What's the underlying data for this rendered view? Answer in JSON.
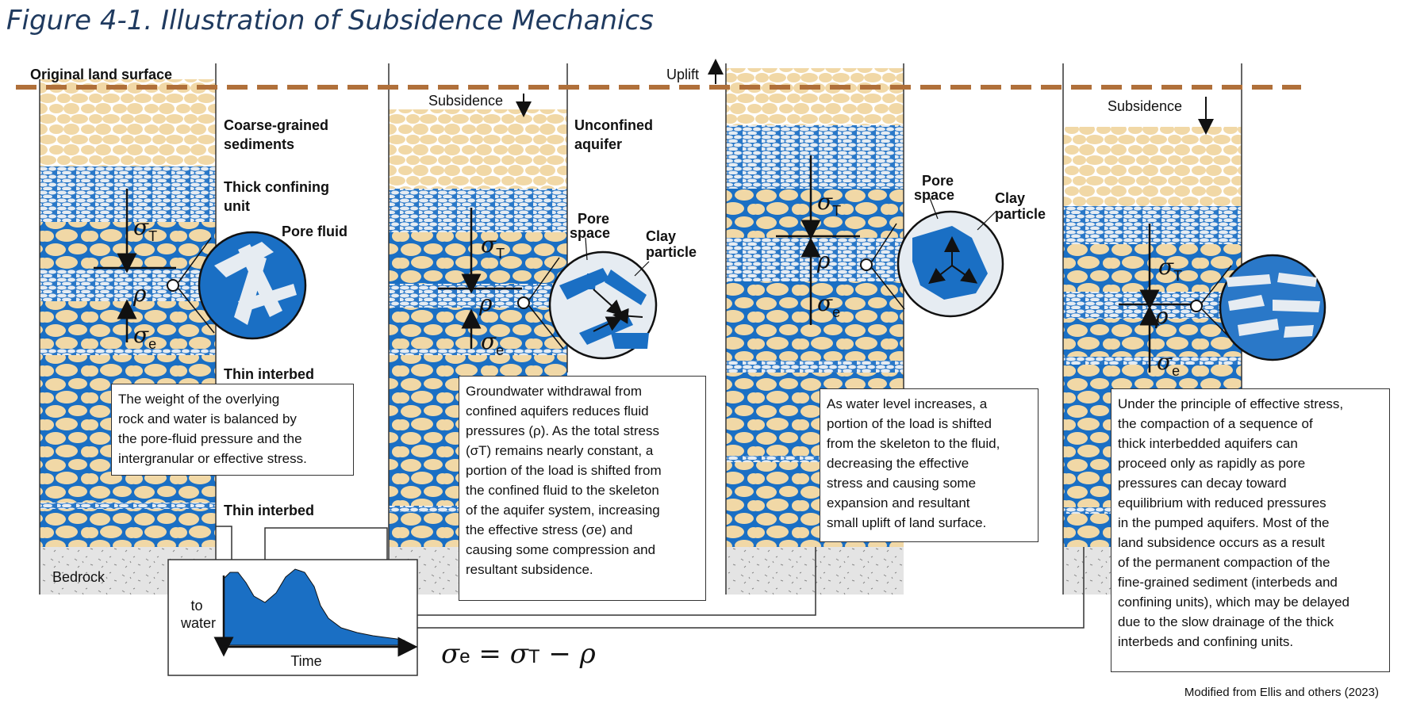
{
  "title": "Figure 4-1. Illustration of Subsidence Mechanics",
  "labels": {
    "original_land_surface": "Original land surface",
    "coarse_grained": [
      "Coarse-grained",
      "sediments"
    ],
    "thick_confining": [
      "Thick confining",
      "unit"
    ],
    "pore_fluid": "Pore fluid",
    "thin_interbed_1": "Thin interbed",
    "thin_interbed_2": "Thin interbed",
    "bedrock": "Bedrock",
    "subsidence_1": "Subsidence",
    "unconfined_aquifer": [
      "Unconfined",
      "aquifer"
    ],
    "pore_space_1": [
      "Pore",
      "space"
    ],
    "clay_particle_1": [
      "Clay",
      "particle"
    ],
    "uplift": "Uplift",
    "pore_space_2": [
      "Pore",
      "space"
    ],
    "clay_particle_2": [
      "Clay",
      "particle"
    ],
    "subsidence_2": "Subsidence"
  },
  "symbols": {
    "sigma": "σ",
    "rho": "ρ",
    "sub_t": "T",
    "sub_e": "e"
  },
  "inset": {
    "ylabel": [
      "to",
      "water"
    ],
    "xlabel": "Time"
  },
  "equation": {
    "lhs": "σ",
    "lhs_sub": "e",
    "op1": " = ",
    "mid": "σ",
    "mid_sub": "T",
    "op2": " − ",
    "rhs": "ρ"
  },
  "text_boxes": {
    "box1": "The weight of the overlying\nrock and water is balanced by\nthe pore-fluid pressure and the\nintergranular or effective stress.",
    "box2": "Groundwater withdrawal from\nconfined aquifers reduces fluid\npressures (ρ). As the total stress\n(σT) remains nearly constant, a\nportion of the load is shifted from\nthe confined fluid to the skeleton\nof the aquifer system, increasing\nthe effective stress (σe) and\ncausing some compression and\nresultant subsidence.",
    "box3": "As water level increases, a\nportion of the load is shifted\nfrom the skeleton to the fluid,\ndecreasing the effective\nstress and causing some\nexpansion and resultant\nsmall uplift of land surface.",
    "box4": "Under the principle of effective stress,\nthe compaction of a sequence  of\nthick interbedded aquifers can\nproceed only as rapidly as pore\npressures can decay toward\nequilibrium with reduced pressures\nin the pumped aquifers. Most of the\nland subsidence occurs as a result\nof the permanent compaction of the\nfine-grained sediment (interbeds and\nconfining units), which may be delayed\ndue to the slow drainage of the thick\ninterbeds and confining units."
  },
  "credit": "Modified from Ellis and others (2023)",
  "colors": {
    "sand": "#f1d8a6",
    "water": "#1a6fc4",
    "clay": "#dfe6ee",
    "bedrock": "#e4e4e4",
    "surface_line": "#b0703a",
    "title": "#1f3a5f"
  }
}
